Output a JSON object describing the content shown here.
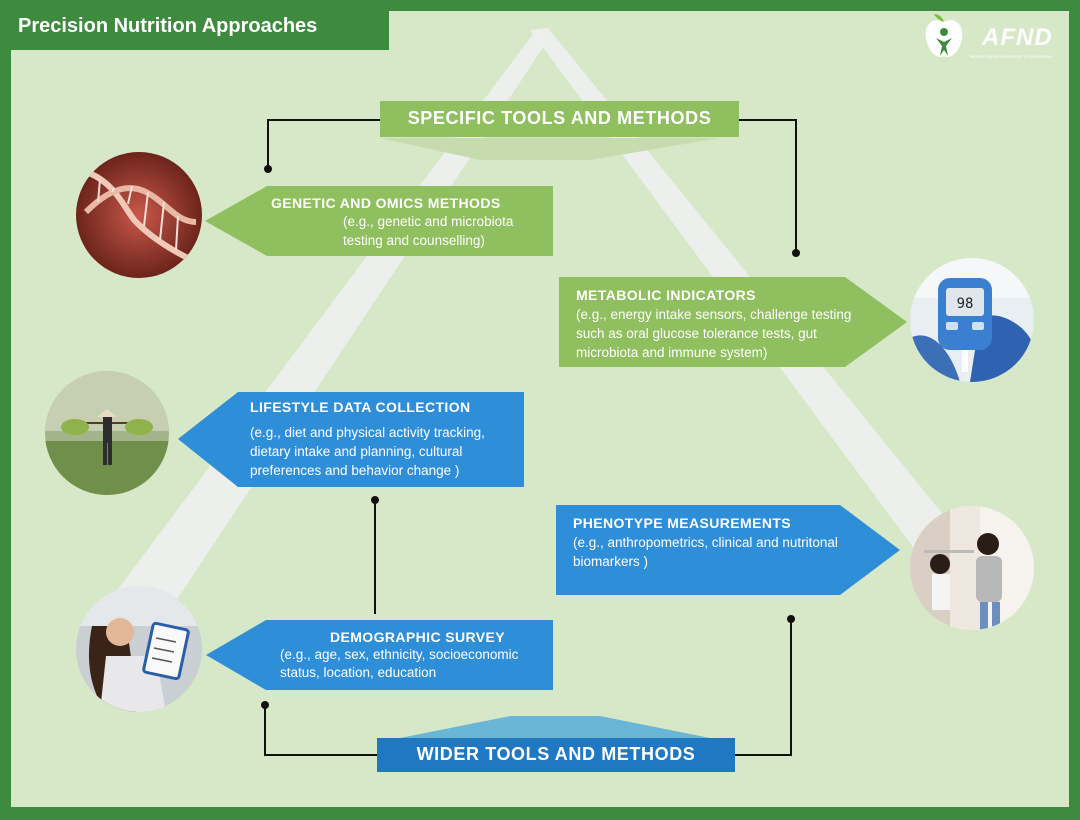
{
  "title": "Precision Nutrition Approaches",
  "logo": {
    "text": "AFND",
    "subtext": "NUTRITION DEVELOPMENT & INNOVATION",
    "icon": "apple-person-logo-icon"
  },
  "banners": {
    "specific": "SPECIFIC TOOLS AND METHODS",
    "wider": "WIDER TOOLS AND METHODS"
  },
  "nodes": {
    "genetic": {
      "title": "GENETIC AND OMICS METHODS",
      "desc": "(e.g., genetic and microbiota testing and counselling)",
      "image": "dna-helix-image"
    },
    "metabolic": {
      "title": "METABOLIC INDICATORS",
      "desc": "(e.g., energy intake sensors, challenge testing such as oral glucose tolerance tests, gut microbiota and immune system)",
      "image": "glucose-meter-image",
      "meter_reading": "98"
    },
    "lifestyle": {
      "title": "LIFESTYLE DATA COLLECTION",
      "desc": "(e.g., diet and physical activity tracking, dietary intake and planning, cultural preferences and behavior change )",
      "image": "farmer-in-field-image"
    },
    "phenotype": {
      "title": "PHENOTYPE MEASUREMENTS",
      "desc": "(e.g., anthropometrics, clinical and nutritonal biomarkers )",
      "image": "child-height-measurement-image"
    },
    "demographic": {
      "title": "DEMOGRAPHIC SURVEY",
      "desc": "(e.g., age, sex, ethnicity, socioeconomic status, location, education",
      "image": "woman-with-clipboard-image"
    }
  },
  "colors": {
    "frame": "#3e8a3f",
    "background": "#d6e8c8",
    "green_arrow": "#8fbf5f",
    "blue_arrow": "#2f8ed8",
    "specific_banner": "#8fbf5f",
    "wider_banner": "#1f78c1"
  }
}
